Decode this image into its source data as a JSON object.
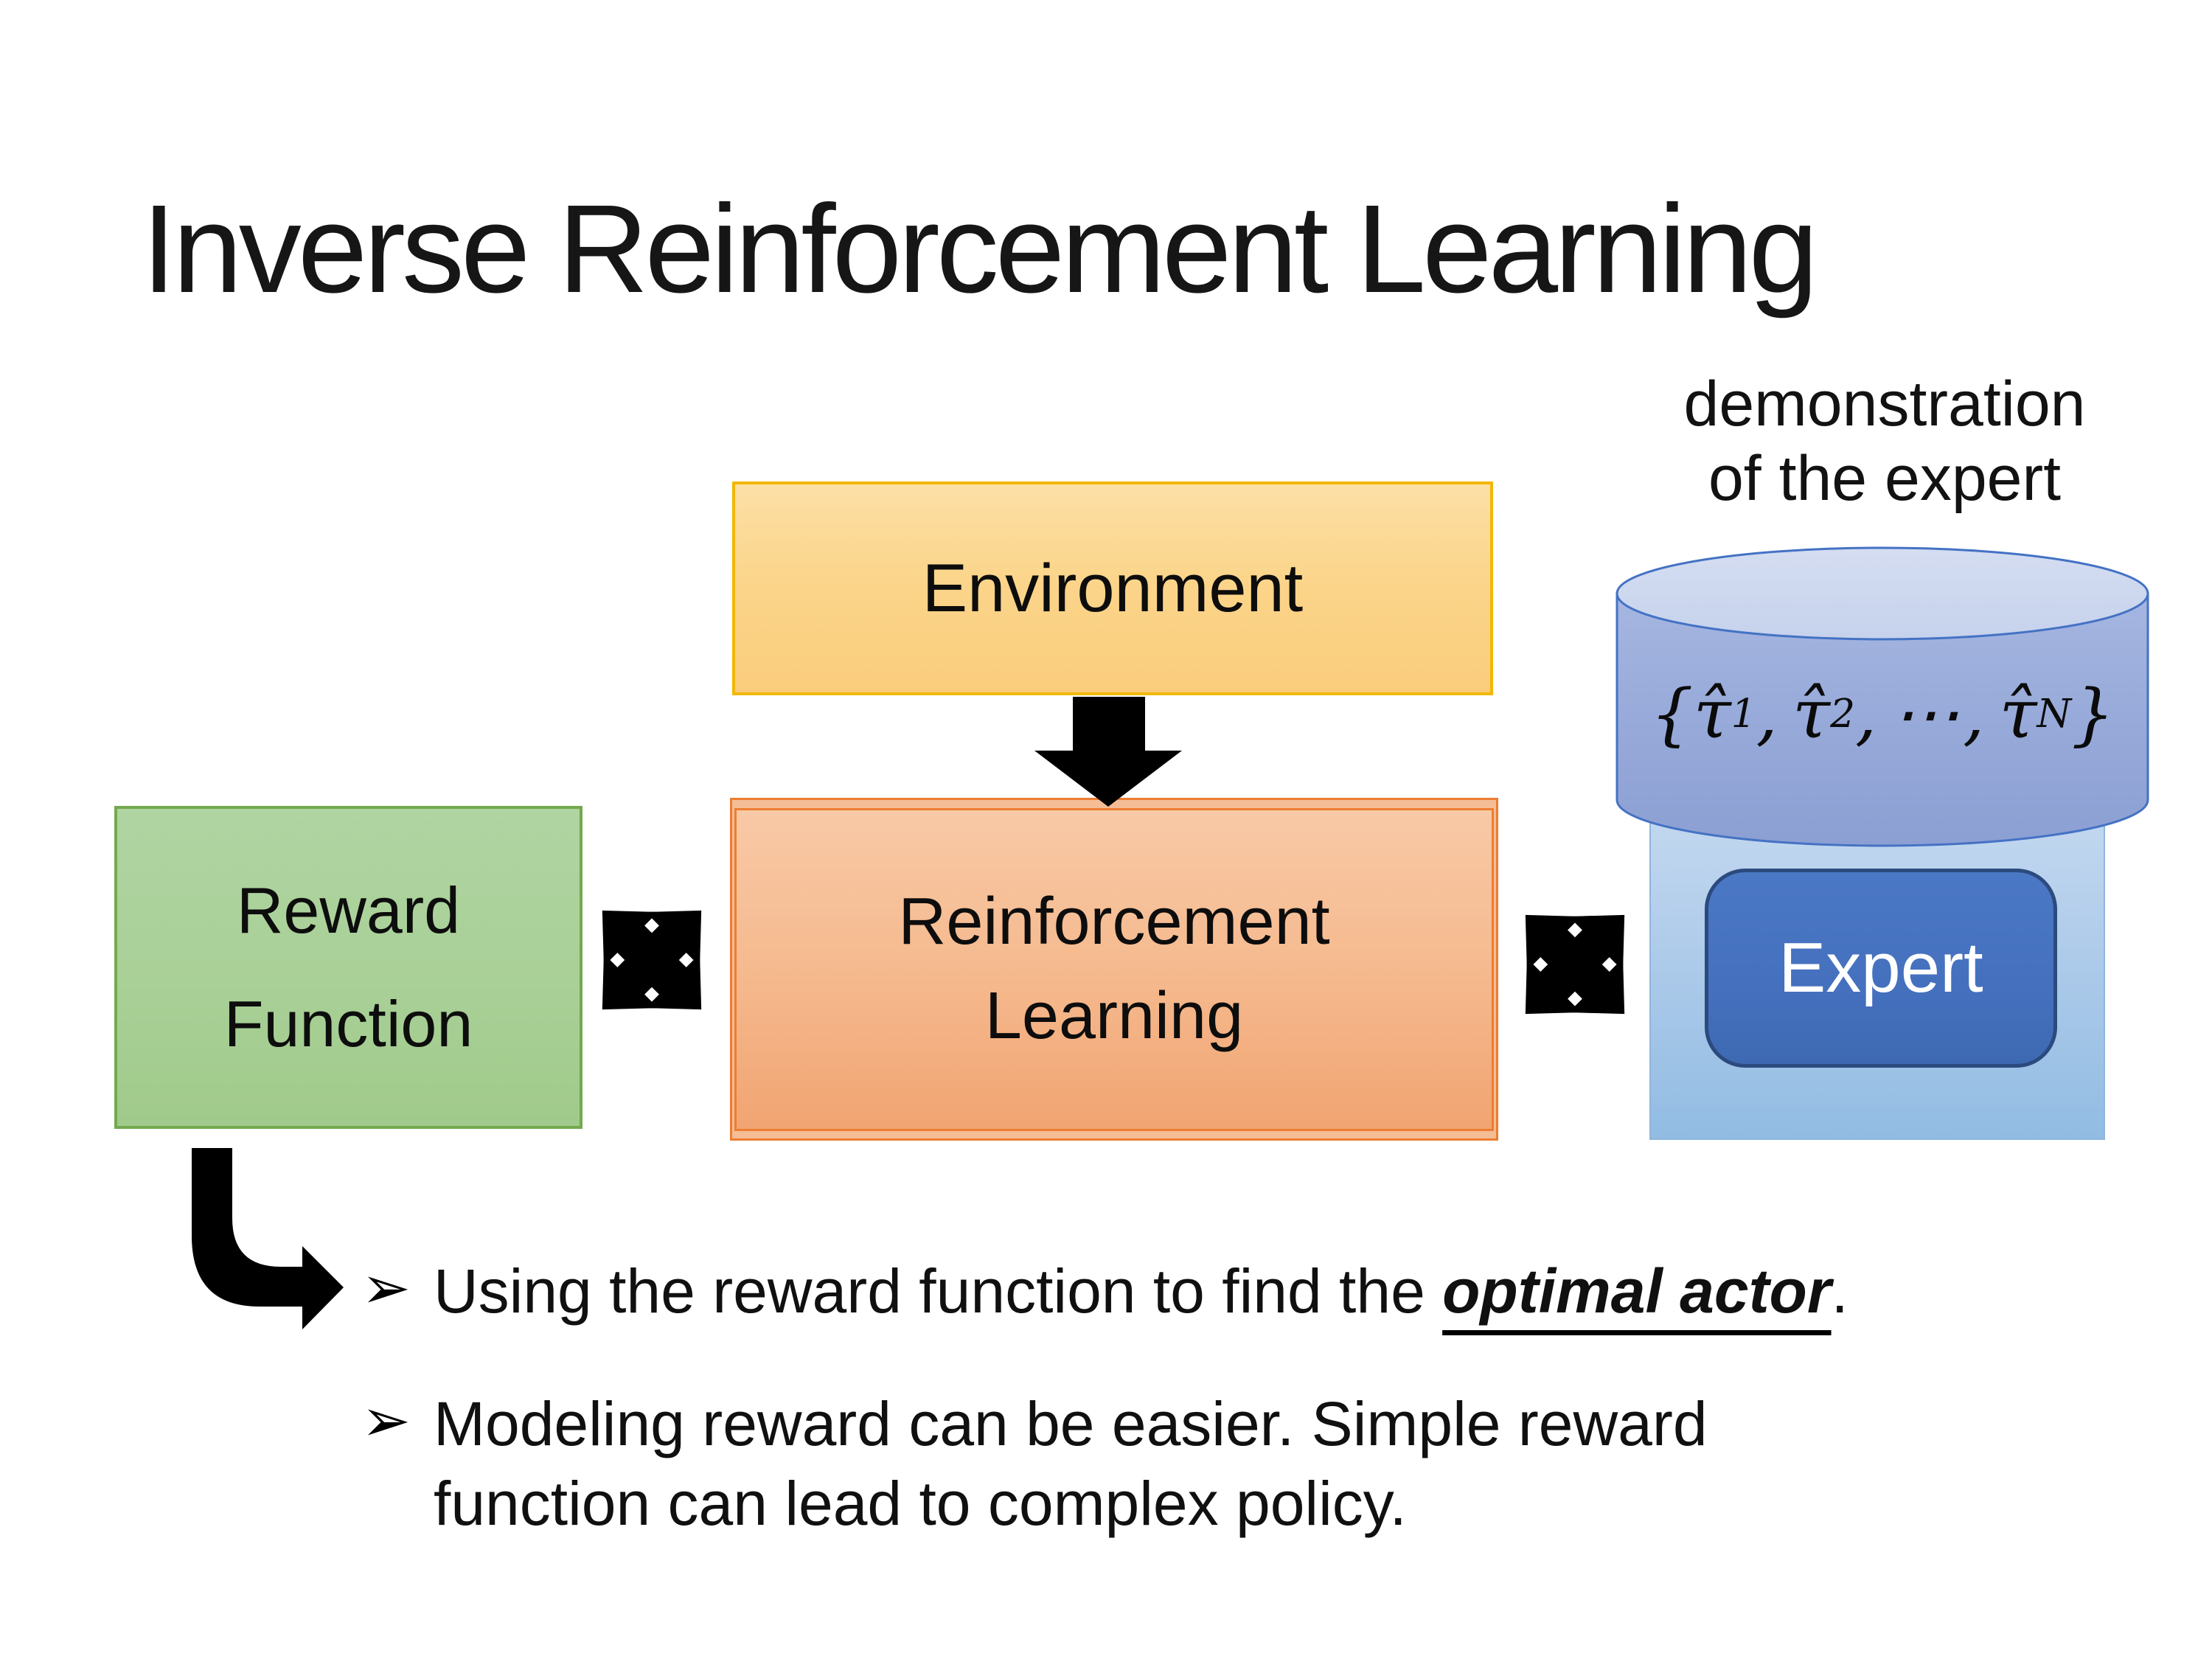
{
  "slide_title": "Inverse Reinforcement Learning",
  "annotation": {
    "line1": "demonstration",
    "line2": "of the expert"
  },
  "boxes": {
    "environment": {
      "label": "Environment"
    },
    "reward_function": {
      "line1": "Reward",
      "line2": "Function"
    },
    "reinforcement_learning": {
      "line1": "Reinforcement",
      "line2": "Learning"
    },
    "expert": {
      "label": "Expert"
    }
  },
  "formula": {
    "lbrace": "{",
    "tau_hat": "τ̂",
    "sub_1": "1",
    "sub_2": "2",
    "comma": ",",
    "cdots": "⋯",
    "sub_n": "N",
    "rbrace": "}"
  },
  "bullets": [
    {
      "marker": "➢",
      "prefix": "Using the reward function to find the ",
      "emphasis": "optimal actor",
      "suffix": "."
    },
    {
      "marker": "➢",
      "line1": "Modeling reward can be easier. Simple reward",
      "line2": "function can lead to complex policy."
    }
  ],
  "colors": {
    "environment_fill": "#FBD58B",
    "environment_border": "#F2B705",
    "reward_fill": "#A9D097",
    "reward_border": "#74A94F",
    "rl_fill": "#F5B88C",
    "rl_border": "#ED7D31",
    "expert_panel_fill": "#AECBEA",
    "expert_fill": "#4470BE",
    "expert_border": "#2B4A7E",
    "cylinder_body_fill": "#97AAD9",
    "cylinder_top_fill": "#CED9EF",
    "cylinder_border": "#4472C4",
    "arrow_color": "#000000"
  }
}
